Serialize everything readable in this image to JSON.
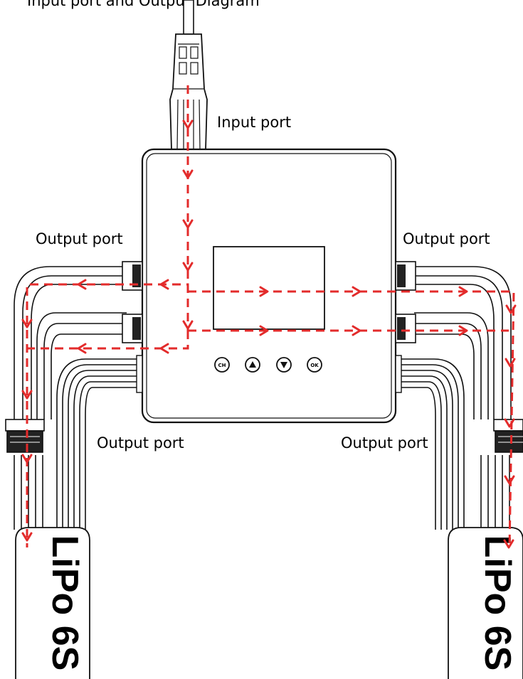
{
  "labels": {
    "top_partial": "Input port and Output Diagram",
    "input_port": "Input port",
    "output_port_tl": "Output port",
    "output_port_tr": "Output port",
    "output_port_bl": "Output port",
    "output_port_br": "Output port"
  },
  "batteries": {
    "left": "LiPo 6S",
    "right": "LiPo 6S"
  },
  "buttons": {
    "ch": "CH",
    "ok": "OK"
  },
  "colors": {
    "flow": "#e32b2b",
    "outline": "#111111"
  }
}
